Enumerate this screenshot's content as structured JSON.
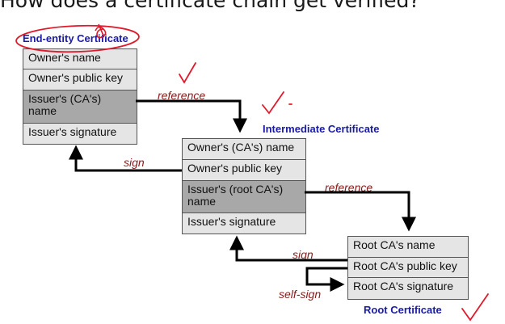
{
  "slide": {
    "title": "How does a certificate chain get verified?"
  },
  "end_entity": {
    "title": "End-entity Certificate",
    "fields": [
      "Owner's name",
      "Owner's public key",
      "Issuer's (CA's) name",
      "Issuer's signature"
    ]
  },
  "intermediate": {
    "title": "Intermediate Certificate",
    "fields": [
      "Owner's (CA's) name",
      "Owner's public key",
      "Issuer's (root CA's) name",
      "Issuer's signature"
    ]
  },
  "root": {
    "title": "Root Certificate",
    "fields": [
      "Root CA's name",
      "Root CA's public key",
      "Root CA's signature"
    ]
  },
  "labels": {
    "reference_1": "reference",
    "reference_2": "reference",
    "sign_1": "sign",
    "sign_2": "sign",
    "self_sign": "self-sign"
  },
  "colors": {
    "title_blue": "#1a1aa8",
    "label_red": "#8b1a1a",
    "ink_red": "#e0192b",
    "highlight_gray": "#a8a8a8"
  }
}
